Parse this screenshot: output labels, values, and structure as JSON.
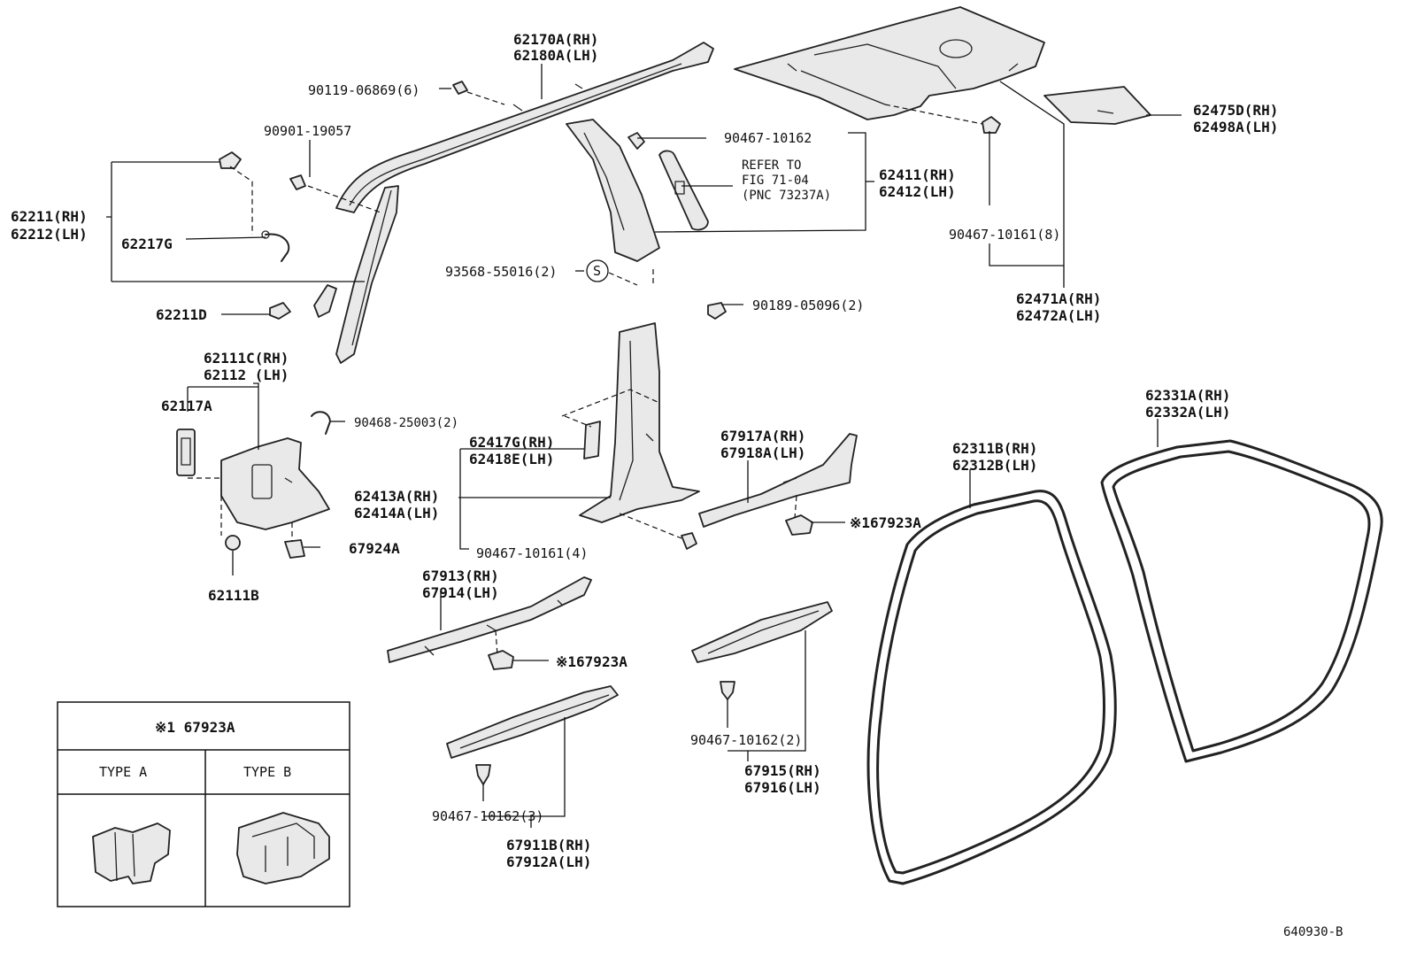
{
  "labels": {
    "p62170A_rh": "62170A(RH)",
    "p62180A_lh": "62180A(LH)",
    "p90119": "90119-06869(6)",
    "p90901": "90901-19057",
    "p62211_rh": "62211(RH)",
    "p62212_lh": "62212(LH)",
    "p62217G": "62217G",
    "p62211D": "62211D",
    "p90467_10162_top": "90467-10162",
    "refer_1": "REFER TO",
    "refer_2": "FIG 71-04",
    "refer_3": "(PNC 73237A)",
    "p62411_rh": "62411(RH)",
    "p62412_lh": "62412(LH)",
    "p93568": "93568-55016(2)",
    "circle_s": "S",
    "p90189": "90189-05096(2)",
    "p62475D_rh": "62475D(RH)",
    "p62498A_lh": "62498A(LH)",
    "p90467_10161_8": "90467-10161(8)",
    "p62471A_rh": "62471A(RH)",
    "p62472A_lh": "62472A(LH)",
    "p62111C_rh": "62111C(RH)",
    "p62112_lh": "62112  (LH)",
    "p62117A": "62117A",
    "p90468": "90468-25003(2)",
    "p62417G_rh": "62417G(RH)",
    "p62418E_lh": "62418E(LH)",
    "p62413A_rh": "62413A(RH)",
    "p62414A_lh": "62414A(LH)",
    "p90467_10161_4": "90467-10161(4)",
    "p67924A": "67924A",
    "p62111B": "62111B",
    "p67917A_rh": "67917A(RH)",
    "p67918A_lh": "67918A(LH)",
    "p167923A_a": "※167923A",
    "p62311B_rh": "62311B(RH)",
    "p62312B_lh": "62312B(LH)",
    "p62331A_rh": "62331A(RH)",
    "p62332A_lh": "62332A(LH)",
    "p67913_rh": "67913(RH)",
    "p67914_lh": "67914(LH)",
    "p167923A_b": "※167923A",
    "p90467_10162_2": "90467-10162(2)",
    "p67915_rh": "67915(RH)",
    "p67916_lh": "67916(LH)",
    "p90467_10162_3": "90467-10162(3)",
    "p67911B_rh": "67911B(RH)",
    "p67912A_lh": "67912A(LH)",
    "figure_id": "640930-B"
  },
  "legend_box": {
    "title": "※1 67923A",
    "type_a": "TYPE A",
    "type_b": "TYPE B"
  }
}
